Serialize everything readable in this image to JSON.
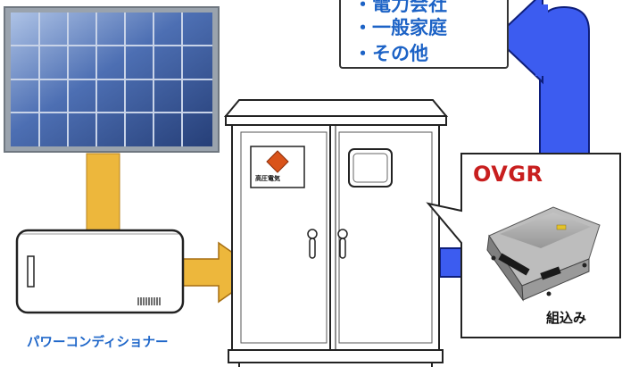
{
  "destinations": {
    "items": [
      "・電力会社",
      "・一般家庭",
      "・その他"
    ]
  },
  "power_conditioner": {
    "label": "パワーコンディショナー"
  },
  "cabinet": {
    "sign_text": "高圧電気"
  },
  "ovgr_callout": {
    "title": "OVGR",
    "caption": "組込み"
  },
  "colors": {
    "pipe_yellow": "#edb73c",
    "arrow_blue": "#3c5cf0",
    "label_blue": "#1e66c9",
    "ovgr_red": "#c81e1e",
    "panel_blue": "#2c4c8c",
    "sign_orange": "#d9531a"
  },
  "icons": [
    "solar-panel-icon",
    "power-conditioner-icon",
    "cubicle-cabinet-icon",
    "ovgr-relay-icon"
  ]
}
